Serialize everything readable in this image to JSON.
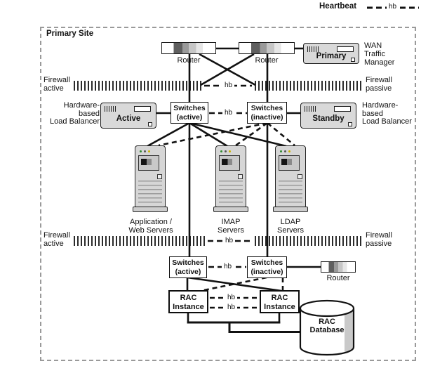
{
  "colors": {
    "line": "#111111",
    "device_fill": "#d9d9d9",
    "dashed_border": "#9a9a9a"
  },
  "legend": {
    "title": "Heartbeat",
    "hb": "hb"
  },
  "site": {
    "title": "Primary Site"
  },
  "top": {
    "router_left": "Router",
    "router_right": "Router",
    "wan_device": "Primary",
    "wan_label": [
      "WAN",
      "Traffic",
      "Manager"
    ]
  },
  "firewall_top": {
    "left": [
      "Firewall",
      "active"
    ],
    "right": [
      "Firewall",
      "passive"
    ],
    "hb": "hb"
  },
  "lb_row": {
    "left_label": [
      "Hardware-",
      "based",
      "Load Balancer"
    ],
    "active_device": "Active",
    "sw_active": [
      "Switches",
      "(active)"
    ],
    "hb": "hb",
    "sw_inactive": [
      "Switches",
      "(inactive)"
    ],
    "standby_device": "Standby",
    "right_label": [
      "Hardware-",
      "based",
      "Load Balancer"
    ]
  },
  "servers": {
    "app": [
      "Application /",
      "Web Servers"
    ],
    "imap": [
      "IMAP",
      "Servers"
    ],
    "ldap": [
      "LDAP",
      "Servers"
    ]
  },
  "firewall_bottom": {
    "left": [
      "Firewall",
      "active"
    ],
    "right": [
      "Firewall",
      "passive"
    ],
    "hb": "hb"
  },
  "sw_bottom": {
    "active": [
      "Switches",
      "(active)"
    ],
    "hb": "hb",
    "inactive": [
      "Switches",
      "(inactive)"
    ],
    "router": "Router"
  },
  "rac": {
    "left": [
      "RAC",
      "Instance"
    ],
    "right": [
      "RAC",
      "Instance"
    ],
    "hb1": "hb",
    "hb2": "hb",
    "database": [
      "RAC",
      "Database"
    ]
  }
}
